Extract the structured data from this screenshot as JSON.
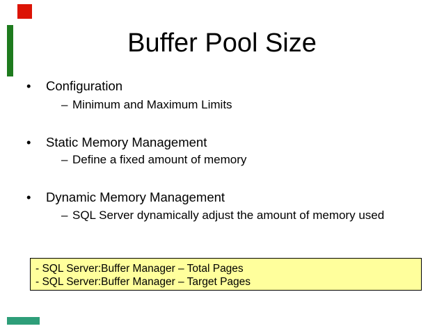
{
  "slide": {
    "title": "Buffer Pool Size",
    "markers": {
      "bullet": "•",
      "dash": "–"
    },
    "bullets": [
      {
        "text": "Configuration",
        "sub": "Minimum and Maximum Limits"
      },
      {
        "text": "Static Memory Management",
        "sub": "Define a fixed amount of memory"
      },
      {
        "text": "Dynamic Memory Management",
        "sub": "SQL Server dynamically adjust the amount of memory used"
      }
    ],
    "callout": {
      "lines": [
        "- SQL Server:Buffer Manager – Total Pages",
        "- SQL Server:Buffer Manager – Target Pages"
      ],
      "background": "#FFFF9C",
      "border_color": "#000000"
    },
    "decor": {
      "red_square_color": "#DC1405",
      "green_bar_color": "#1E7B1E",
      "teal_bar_color": "#2E9E79"
    },
    "text_color": "#000000",
    "background": "#FFFFFF"
  }
}
